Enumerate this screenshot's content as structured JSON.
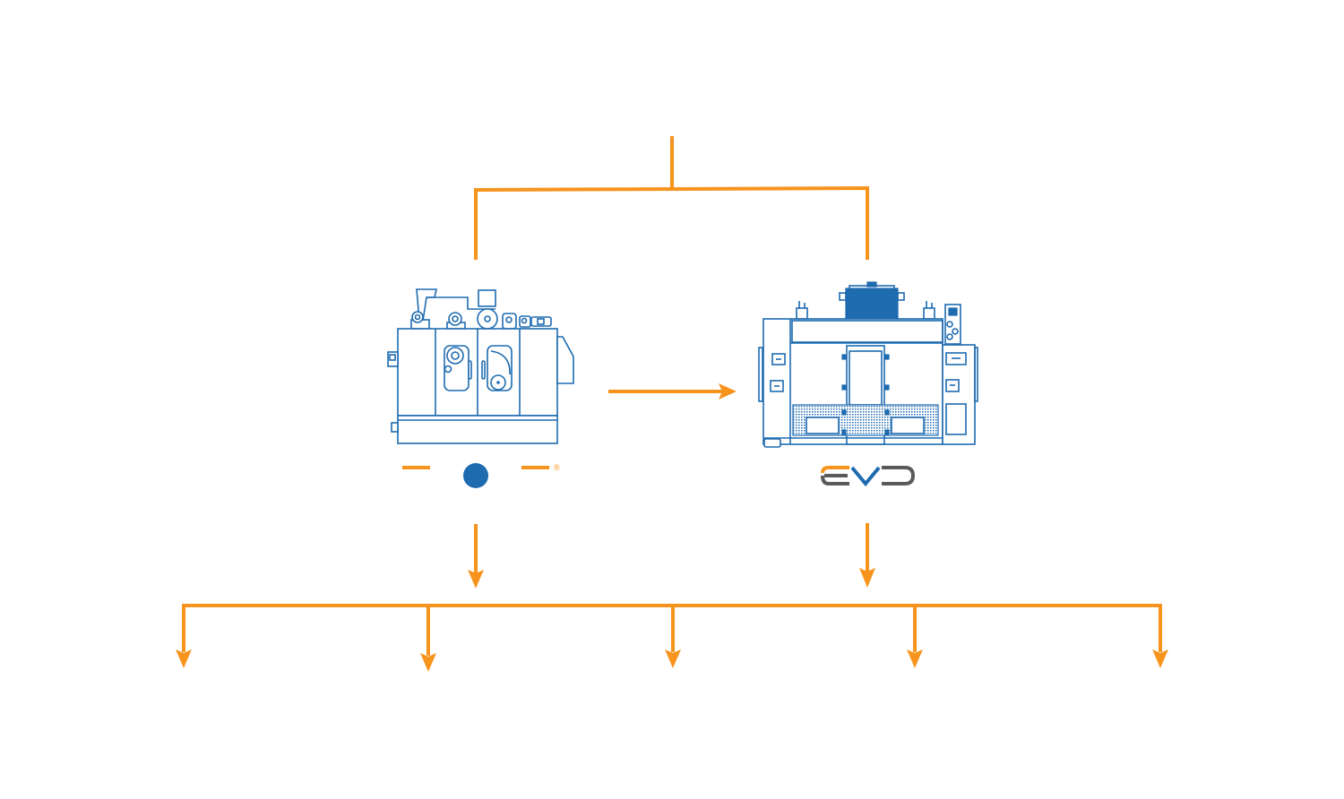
{
  "diagram": {
    "type": "flow",
    "colors": {
      "connector": "#F7941D",
      "machine_outline": "#1E6BB0",
      "logo_blue": "#1E6BB0",
      "logo_orange": "#F7941D",
      "logo_gray": "#5A5A5A",
      "background": "#FFFFFF"
    },
    "nodes": [
      {
        "id": "source",
        "label": "",
        "description": "unlabeled top input"
      },
      {
        "id": "machine-left",
        "label": "",
        "icon": "processing-machine-icon",
        "logo": {
          "type": "orange-dashes-blue-dot",
          "registered_mark": "®"
        }
      },
      {
        "id": "machine-right",
        "label": "",
        "icon": "cabinet-machine-icon",
        "logo": {
          "type": "wordmark",
          "text": "EVD"
        }
      },
      {
        "id": "output-1",
        "label": ""
      },
      {
        "id": "output-2",
        "label": ""
      },
      {
        "id": "output-3",
        "label": ""
      },
      {
        "id": "output-4",
        "label": ""
      },
      {
        "id": "output-5",
        "label": ""
      }
    ],
    "edges": [
      {
        "from": "source",
        "to": "machine-left",
        "arrow": false
      },
      {
        "from": "source",
        "to": "machine-right",
        "arrow": false
      },
      {
        "from": "machine-left",
        "to": "machine-right",
        "arrow": true
      },
      {
        "from": "machine-left",
        "to": "distribution-bus",
        "arrow": true
      },
      {
        "from": "machine-right",
        "to": "distribution-bus",
        "arrow": true
      },
      {
        "from": "distribution-bus",
        "to": "output-1",
        "arrow": true
      },
      {
        "from": "distribution-bus",
        "to": "output-2",
        "arrow": true
      },
      {
        "from": "distribution-bus",
        "to": "output-3",
        "arrow": true
      },
      {
        "from": "distribution-bus",
        "to": "output-4",
        "arrow": true
      },
      {
        "from": "distribution-bus",
        "to": "output-5",
        "arrow": true
      }
    ],
    "logos": {
      "left": {
        "registered_mark": "®"
      },
      "right": {
        "text": "EVD"
      }
    }
  }
}
